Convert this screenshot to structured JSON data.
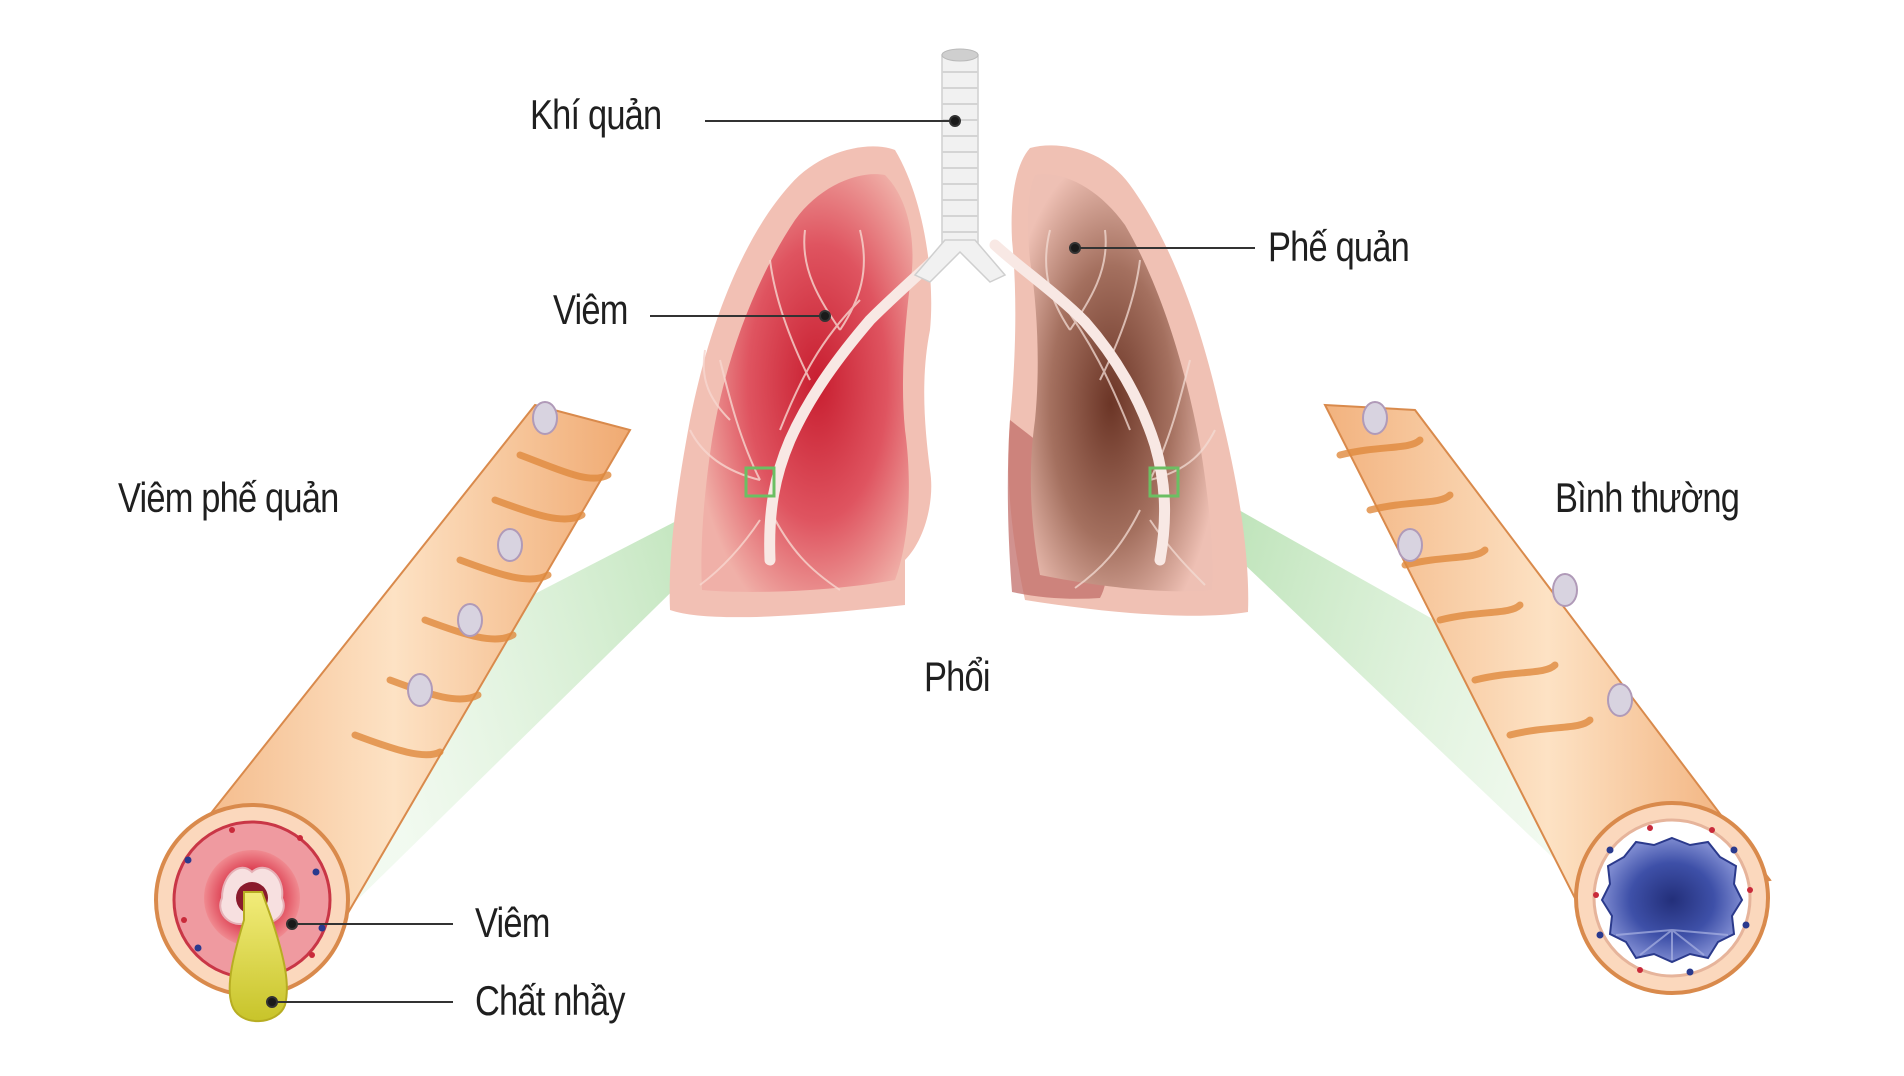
{
  "diagram": {
    "labels": {
      "trachea": "Khí quản",
      "inflammation_lung": "Viêm",
      "bronchi": "Phế quản",
      "bronchitis": "Viêm phế quản",
      "normal": "Bình thường",
      "lungs": "Phổi",
      "inflammation_tube": "Viêm",
      "mucus": "Chất nhầy"
    },
    "colors": {
      "inflamed_lung": "#d6394a",
      "normal_lung": "#7a4636",
      "lung_base": "#efb2a6",
      "airway_tube": "#f6c79a",
      "muscle_band": "#e08a3e",
      "zoom_highlight": "#9fd59a",
      "mucus": "#e9e24a",
      "healthy_lumen": "#3c4c9c",
      "inflamed_ring": "#e0505f"
    }
  }
}
